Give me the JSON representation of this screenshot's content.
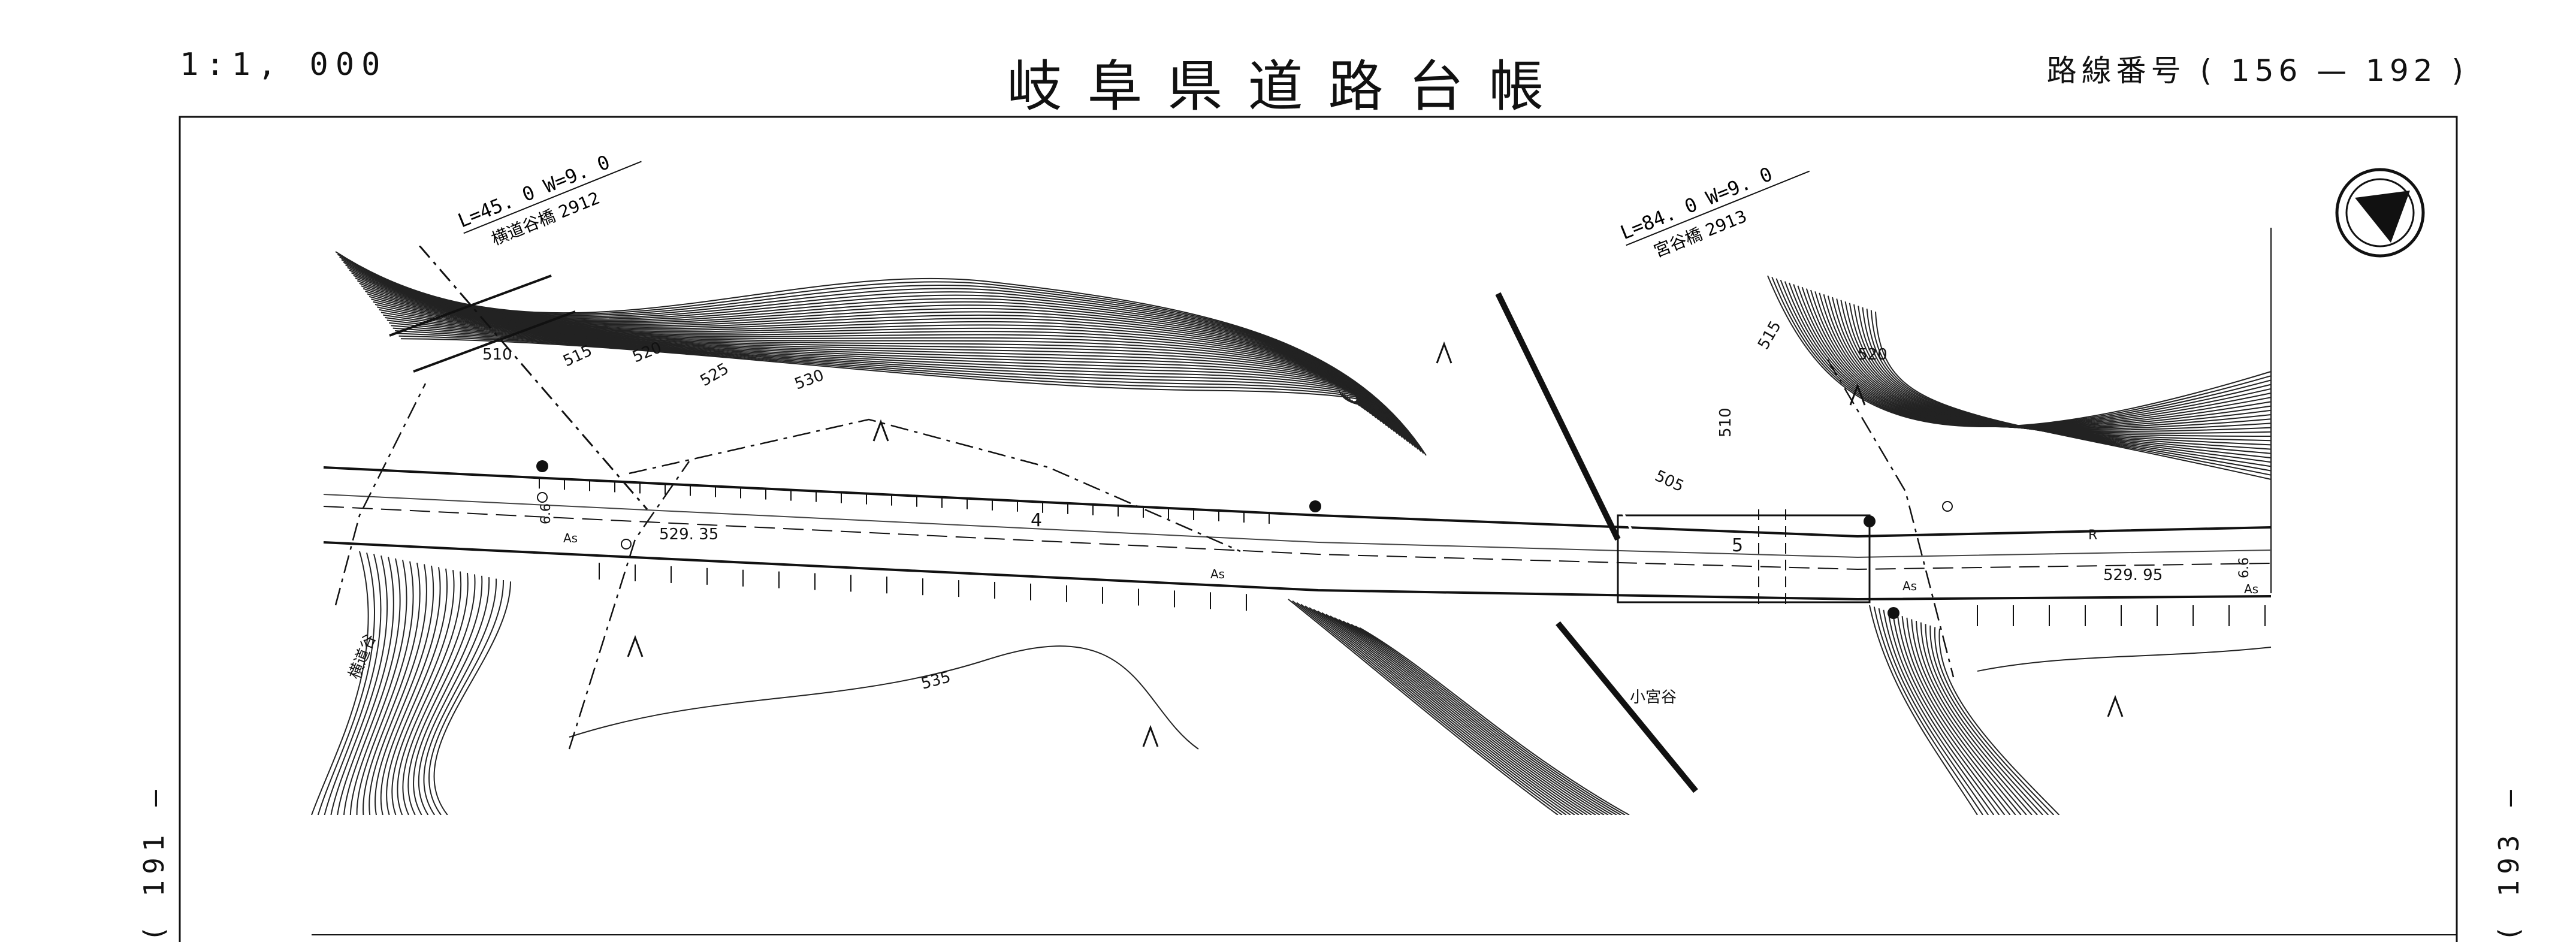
{
  "header": {
    "scale": "1:1, 000",
    "title": "岐阜県道路台帳",
    "route_number": "路線番号 ( 156 — 192 )"
  },
  "edges": {
    "left_sheet_ref": "( 191 —",
    "right_sheet_ref": "( 193 —"
  },
  "map": {
    "bridge_left": {
      "length_width": "L=45. 0  W=9. 0",
      "name_number": "横道谷橋  2912"
    },
    "bridge_right": {
      "length_width": "L=84. 0  W=9. 0",
      "name_number": "宮谷橋  2913"
    },
    "contour_labels": [
      "510",
      "515",
      "520",
      "525",
      "530",
      "535",
      "505",
      "510",
      "515",
      "520"
    ],
    "elevation_points": [
      "529. 35",
      "529. 95"
    ],
    "station_numbers": [
      "4",
      "5"
    ],
    "road_width_labels": [
      "6.6",
      "6.6"
    ],
    "surface_labels": [
      "As",
      "As",
      "As",
      "As"
    ],
    "stream_names": [
      "横道谷",
      "小宮谷"
    ],
    "misc_labels": [
      "R"
    ],
    "colors": {
      "ink": "#111111",
      "paper": "#ffffff"
    },
    "icons": [
      "north-arrow-icon",
      "manhole-icon",
      "pole-icon",
      "embankment-tick-icon",
      "forest-symbol-icon"
    ]
  }
}
